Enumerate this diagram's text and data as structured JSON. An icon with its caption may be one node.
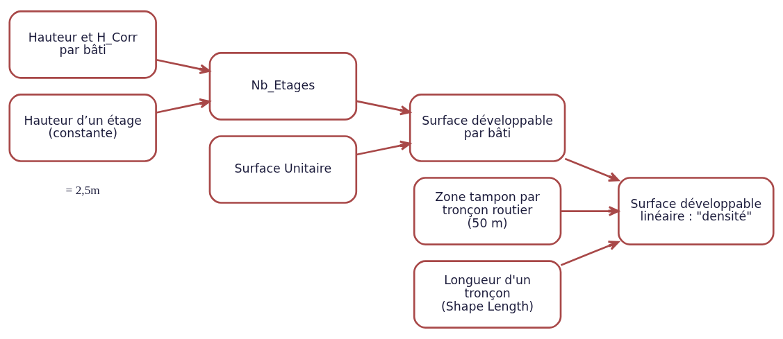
{
  "diagram": {
    "nodes": [
      {
        "text": [
          "Hauteur et H_Corr par bâti"
        ]
      },
      {
        "text": [
          "Hauteur d’un étage",
          "(constante)"
        ],
        "beside": [
          "= 2,5m"
        ]
      },
      {
        "text": [
          "Nb_Etages"
        ]
      },
      {
        "text": [
          "Surface Unitaire"
        ]
      },
      {
        "text": [
          "Surface développable par bâti"
        ]
      },
      {
        "text": [
          "Zone tampon par tronçon routier",
          "(50 m)"
        ]
      },
      {
        "text": [
          "Longueur d'un tronçon",
          "(Shape Length)"
        ]
      },
      {
        "text": [
          "Surface développable linéaire : \"densité\""
        ]
      }
    ],
    "edges": [
      {
        "from": 0,
        "to": 2,
        "arrow": "to"
      },
      {
        "from": 1,
        "to": 2,
        "arrow": "to"
      },
      {
        "from": 2,
        "to": 4,
        "arrow": "to"
      },
      {
        "from": 3,
        "to": 4,
        "arrow": "to"
      },
      {
        "from": 4,
        "to": 7,
        "arrow": "to"
      },
      {
        "from": 5,
        "to": 7,
        "arrow": "to"
      },
      {
        "from": 6,
        "to": 7,
        "arrow": "to"
      }
    ]
  }
}
